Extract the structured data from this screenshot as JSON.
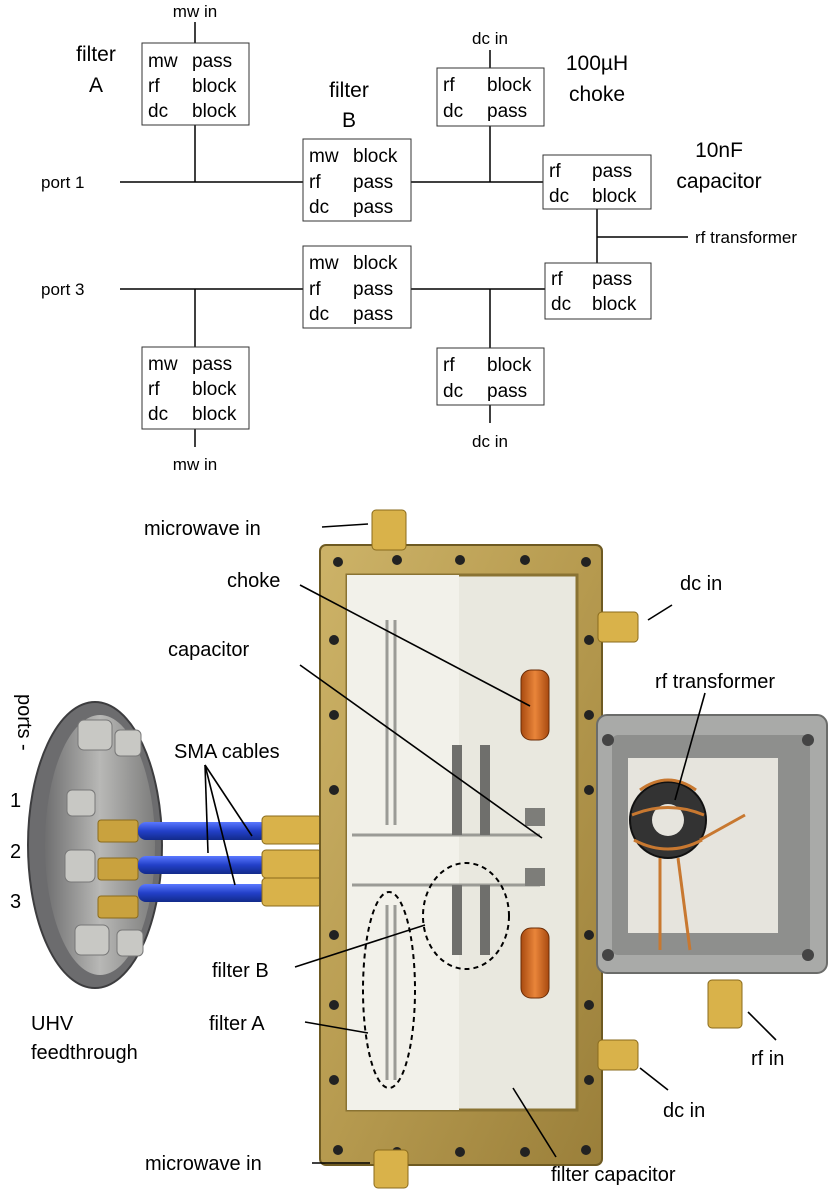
{
  "schematic": {
    "filter_a_label": [
      "filter",
      "A"
    ],
    "filter_b_label": [
      "filter",
      "B"
    ],
    "choke_label": [
      "100µH",
      "choke"
    ],
    "capacitor_label": [
      "10nF",
      "capacitor"
    ],
    "port1": "port 1",
    "port3": "port 3",
    "mw_in": "mw in",
    "dc_in": "dc in",
    "rf_transformer": "rf transformer",
    "filter_a_rows": [
      [
        "mw",
        "pass"
      ],
      [
        "rf",
        "block"
      ],
      [
        "dc",
        "block"
      ]
    ],
    "filter_b_rows": [
      [
        "mw",
        "block"
      ],
      [
        "rf",
        "pass"
      ],
      [
        "dc",
        "pass"
      ]
    ],
    "choke_rows": [
      [
        "rf",
        "block"
      ],
      [
        "dc",
        "pass"
      ]
    ],
    "capacitor_rows": [
      [
        "rf",
        "pass"
      ],
      [
        "dc",
        "block"
      ]
    ]
  },
  "photo": {
    "microwave_in": "microwave in",
    "dc_in": "dc in",
    "choke": "choke",
    "capacitor": "capacitor",
    "rf_transformer": "rf transformer",
    "ports": "ports -",
    "sma_cables": "SMA cables",
    "port_numbers": [
      "1",
      "2",
      "3"
    ],
    "filter_b": "filter B",
    "filter_a": "filter A",
    "uhv_feedthrough": [
      "UHV",
      "feedthrough"
    ],
    "rf_in": "rf in",
    "filter_capacitor": "filter capacitor",
    "colors": {
      "housing_gold": "#b69a4f",
      "board": "#e9e8df",
      "cable_blue": "#2340c8",
      "component_orange": "#d96a1f",
      "transformer_gray": "#a9aaa8",
      "toroid": "#333333",
      "copper": "#c87830"
    }
  }
}
